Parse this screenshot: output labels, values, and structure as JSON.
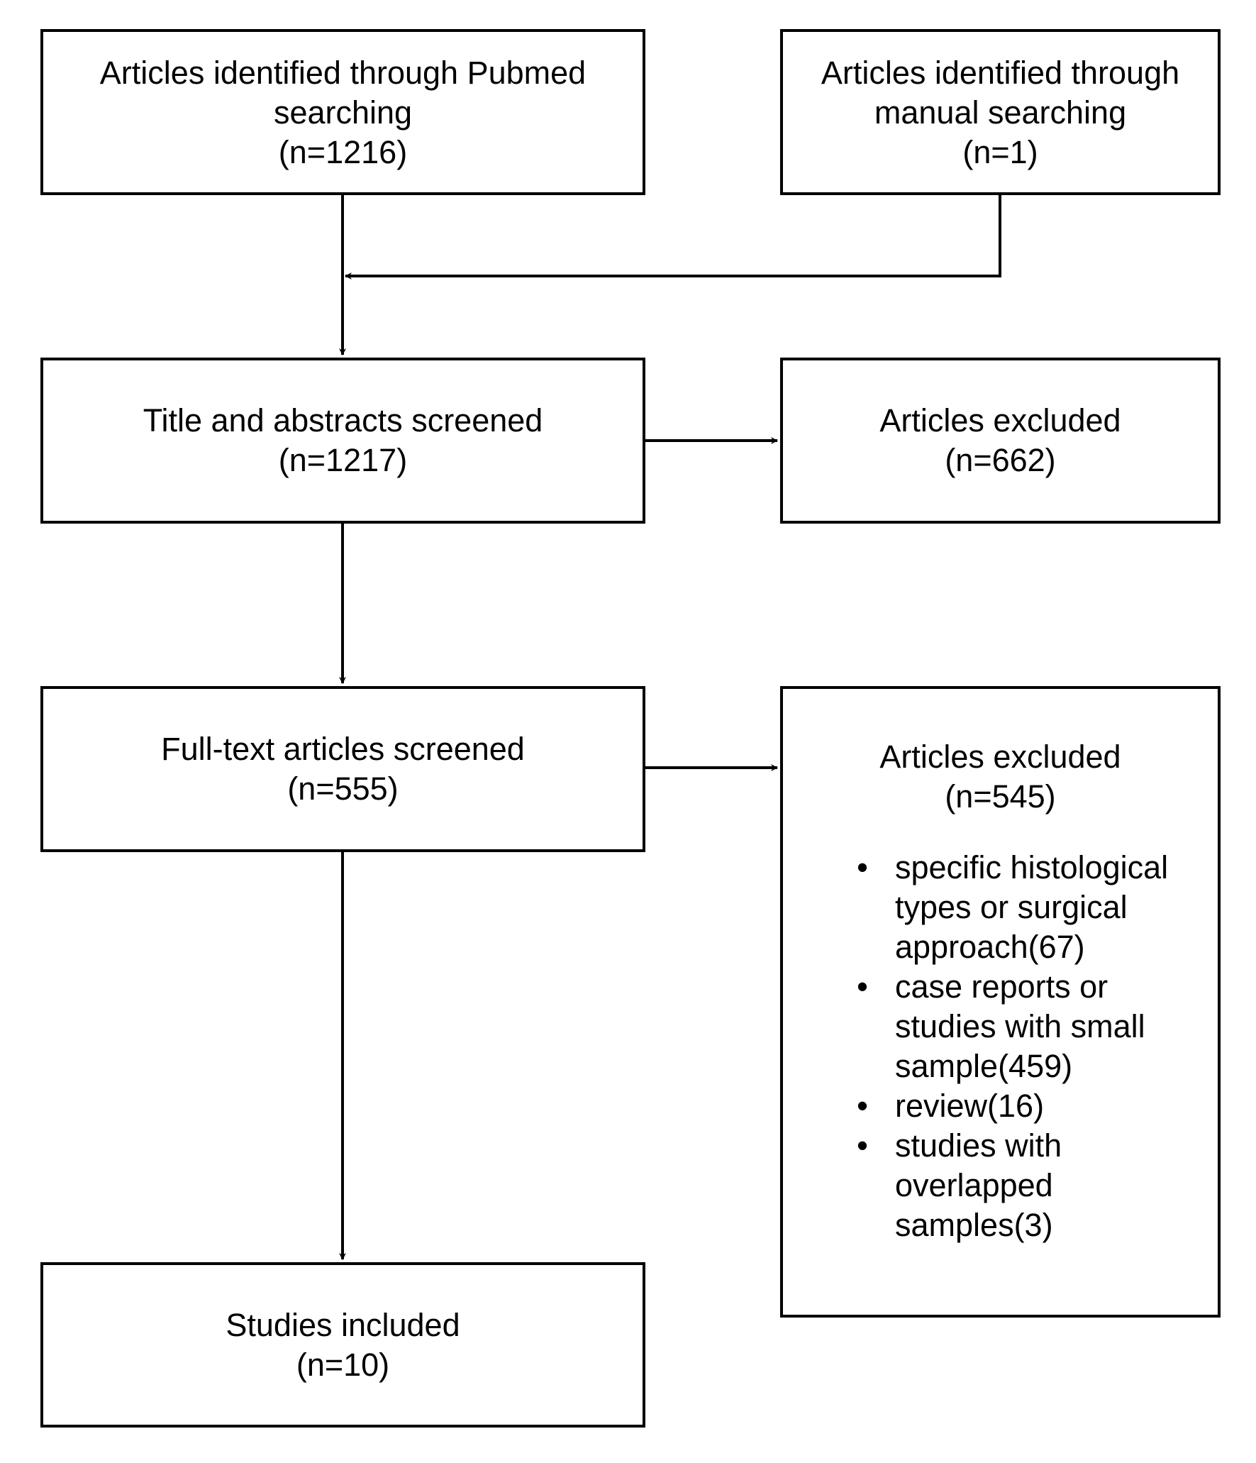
{
  "flowchart": {
    "pubmed_box": {
      "lines": [
        "Articles identified through Pubmed",
        "searching",
        "(n=1216)"
      ]
    },
    "manual_box": {
      "lines": [
        "Articles identified through",
        "manual searching",
        "(n=1)"
      ]
    },
    "title_box": {
      "lines": [
        "Title and abstracts screened",
        "(n=1217)"
      ]
    },
    "excluded_1_box": {
      "lines": [
        "Articles excluded",
        "(n=662)"
      ]
    },
    "fulltext_box": {
      "lines": [
        "Full-text articles screened",
        "(n=555)"
      ]
    },
    "excluded_2_box": {
      "lines": [
        "Articles excluded",
        "(n=545)"
      ],
      "bullet": "•",
      "reasons": [
        {
          "lines": [
            "specific histological",
            "types or surgical",
            "approach(67)"
          ]
        },
        {
          "lines": [
            "case reports or",
            "studies with small",
            "sample(459)"
          ]
        },
        {
          "lines": [
            "review(16)"
          ]
        },
        {
          "lines": [
            "studies with",
            "overlapped",
            "samples(3)"
          ]
        }
      ]
    },
    "included_box": {
      "lines": [
        "Studies included",
        "(n=10)"
      ]
    }
  }
}
